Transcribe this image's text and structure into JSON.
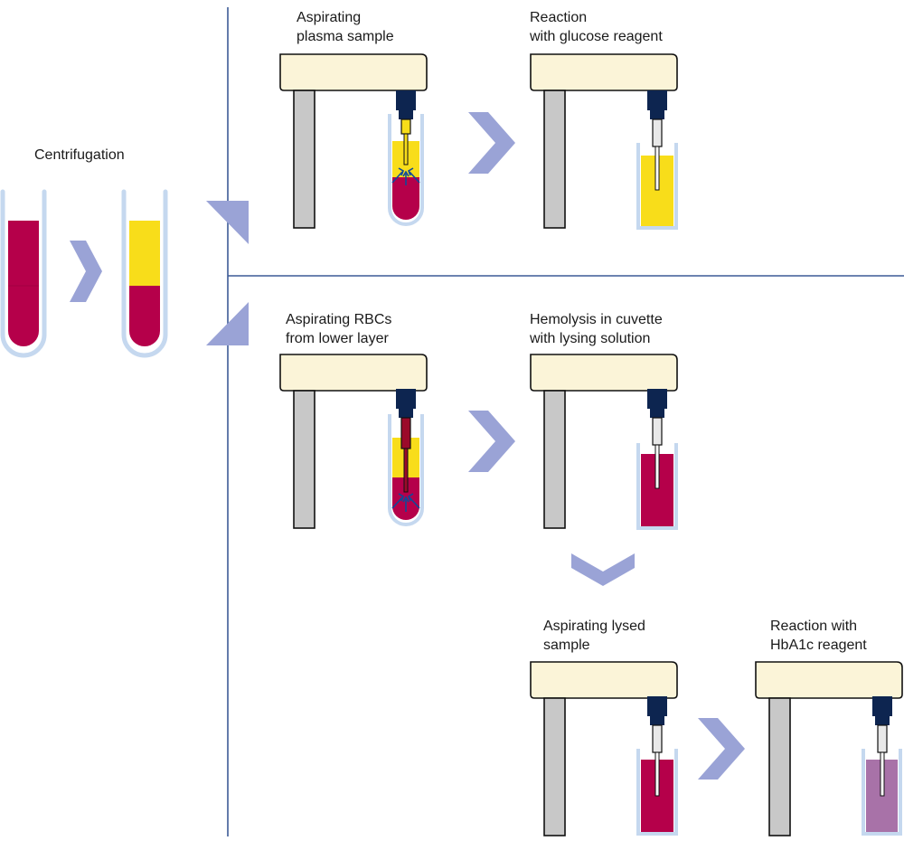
{
  "centrifugation": {
    "label": "Centrifugation"
  },
  "steps": {
    "aspirate_plasma": {
      "line1": "Aspirating",
      "line2": "plasma sample"
    },
    "glucose_reaction": {
      "line1": "Reaction",
      "line2": "with glucose reagent"
    },
    "aspirate_rbcs": {
      "line1": "Aspirating RBCs",
      "line2": "from lower layer"
    },
    "hemolysis": {
      "line1": "Hemolysis in cuvette",
      "line2": "with lysing solution"
    },
    "aspirate_lysed": {
      "line1": "Aspirating lysed",
      "line2": "sample"
    },
    "hba1c_reaction": {
      "line1": "Reaction with",
      "line2": "HbA1c reagent"
    }
  },
  "colors": {
    "blood": "#b5004a",
    "plasma": "#f8dd1a",
    "tube_glass": "#c5d8ef",
    "analyzer_head": "#fbf4d8",
    "analyzer_post": "#c8c8c8",
    "probe_housing": "#0d2550",
    "arrow": "#9aa3d6",
    "divider": "#3c5a96",
    "hba1c_mix": "#a872a8"
  }
}
